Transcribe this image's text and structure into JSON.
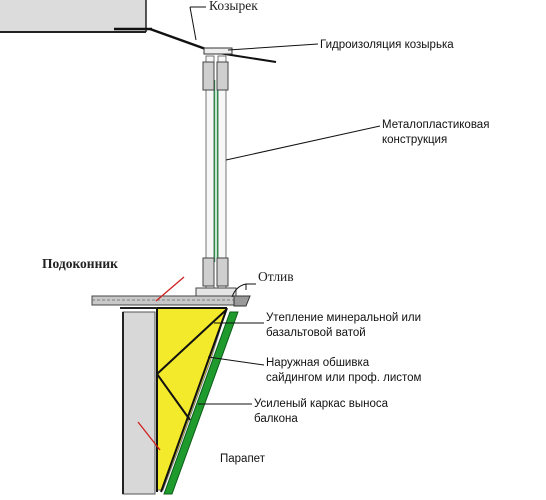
{
  "labels": {
    "canopy": "Козырек",
    "canopy_waterproofing": "Гидроизоляция козырька",
    "frame": [
      "Металопластиковая",
      "конструкция"
    ],
    "sill": "Подоконник",
    "drip": "Отлив",
    "insulation": [
      "Утепление минеральной или",
      "базальтовой ватой"
    ],
    "cladding": [
      "Наружная обшивка",
      "сайдингом или проф. листом"
    ],
    "carcass": [
      "Усиленый каркас выноса",
      "балкона"
    ],
    "parapet": "Парапет"
  },
  "colors": {
    "insulation_fill": "#f2ea2a",
    "cladding": "#1f9a2c",
    "wall_gray": "#d9d9d9",
    "glass": "#2f8b4a",
    "sill": "#bfbfbf",
    "leader_red": "#d02020"
  }
}
